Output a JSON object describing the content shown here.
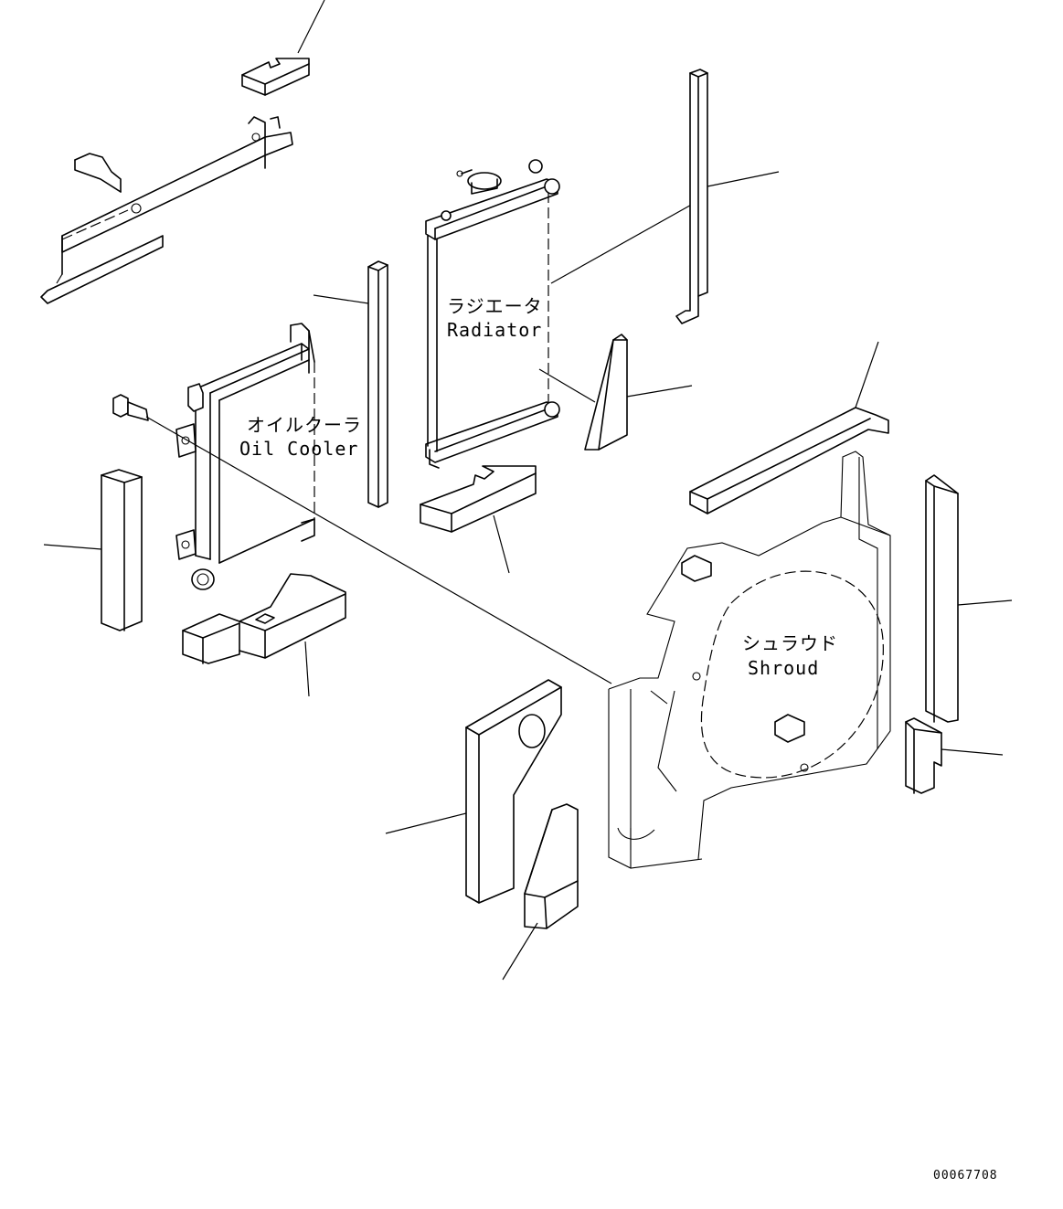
{
  "labels": {
    "radiator_jp": "ラジエータ",
    "radiator_en": "Radiator",
    "oil_cooler_jp": "オイルクーラ",
    "oil_cooler_en": "Oil Cooler",
    "shroud_jp": "シュラウド",
    "shroud_en": "Shroud"
  },
  "drawing_number": "00067708"
}
